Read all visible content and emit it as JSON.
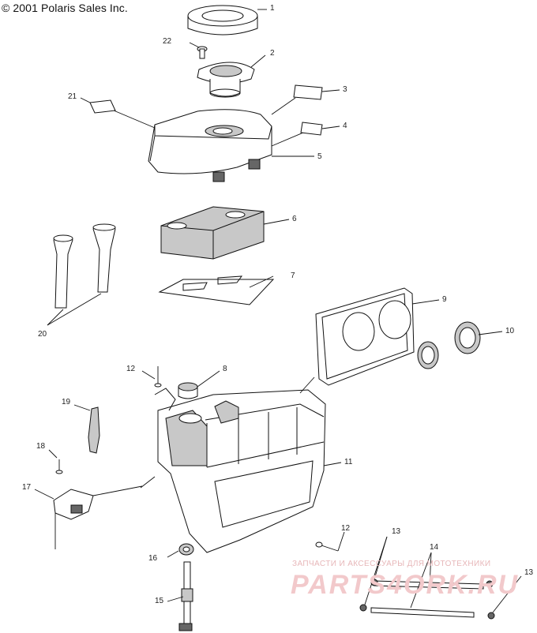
{
  "copyright": "© 2001 Polaris Sales Inc.",
  "callouts": {
    "c1": "1",
    "c2": "2",
    "c3": "3",
    "c4": "4",
    "c5": "5",
    "c6": "6",
    "c7": "7",
    "c8": "8",
    "c9": "9",
    "c10": "10",
    "c11": "11",
    "c12a": "12",
    "c12b": "12",
    "c13a": "13",
    "c13b": "13",
    "c14": "14",
    "c15": "15",
    "c16": "16",
    "c17": "17",
    "c18": "18",
    "c19": "19",
    "c20": "20",
    "c21": "21",
    "c22": "22"
  },
  "watermark": {
    "line1": "ЗАПЧАСТИ И АКСЕССУАРЫ ДЛЯ МОТОТЕХНИКИ",
    "line2": "PARTS4ORK.RU"
  },
  "colors": {
    "ink": "#111111",
    "watermark": "#f2c9cb"
  }
}
